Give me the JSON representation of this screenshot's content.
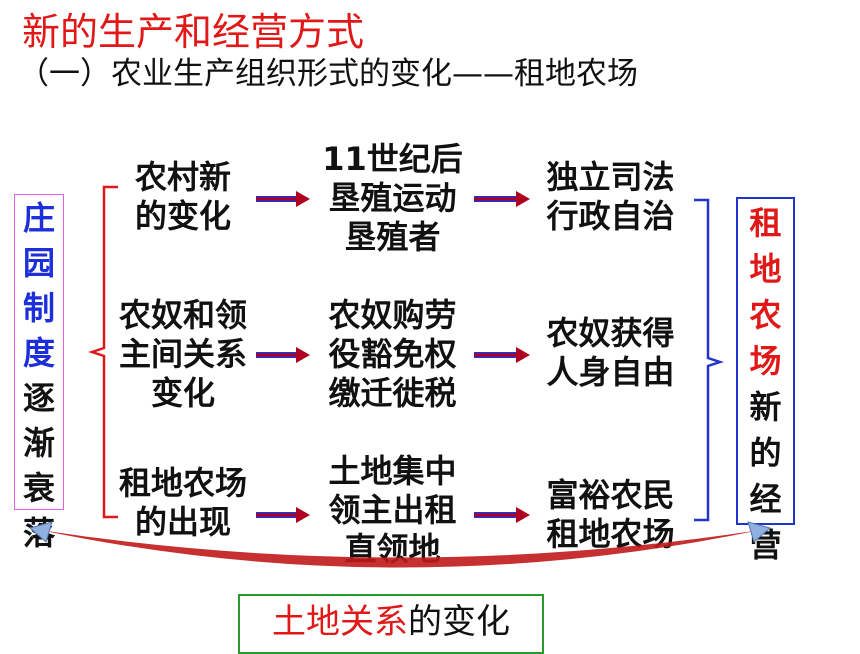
{
  "title": "新的生产和经营方式",
  "subtitle": "（一）农业生产组织形式的变化——租地农场",
  "left_label": {
    "blue_part": [
      "庄",
      "园",
      "制",
      "度"
    ],
    "black_part": [
      "逐",
      "渐",
      "衰",
      "落"
    ]
  },
  "rows": [
    {
      "col1": [
        "农村新",
        "的变化"
      ],
      "col2": [
        "11世纪后",
        "垦殖运动",
        "垦殖者"
      ],
      "col3": [
        "独立司法",
        "行政自治"
      ]
    },
    {
      "col1": [
        "农奴和领",
        "主间关系",
        "变化"
      ],
      "col2": [
        "农奴购劳",
        "役豁免权",
        "缴迁徙税"
      ],
      "col3": [
        "农奴获得",
        "人身自由"
      ]
    },
    {
      "col1": [
        "租地农场",
        "的出现"
      ],
      "col2": [
        "土地集中",
        "领主出租",
        "直领地"
      ],
      "col3": [
        "富裕农民",
        "租地农场"
      ]
    }
  ],
  "right_label": {
    "red_part": [
      "租",
      "地",
      "农",
      "场"
    ],
    "black_part": [
      "新",
      "的",
      "经",
      "营"
    ]
  },
  "bottom_label": {
    "red_part": "土地关系",
    "black_part": "的变化"
  },
  "colors": {
    "red": "#e01818",
    "blue": "#1c2fd8",
    "pink_box": "#e060e0",
    "blue_box": "#2233cc",
    "green_box": "#2a9b2a",
    "arrow": "#b00020"
  }
}
